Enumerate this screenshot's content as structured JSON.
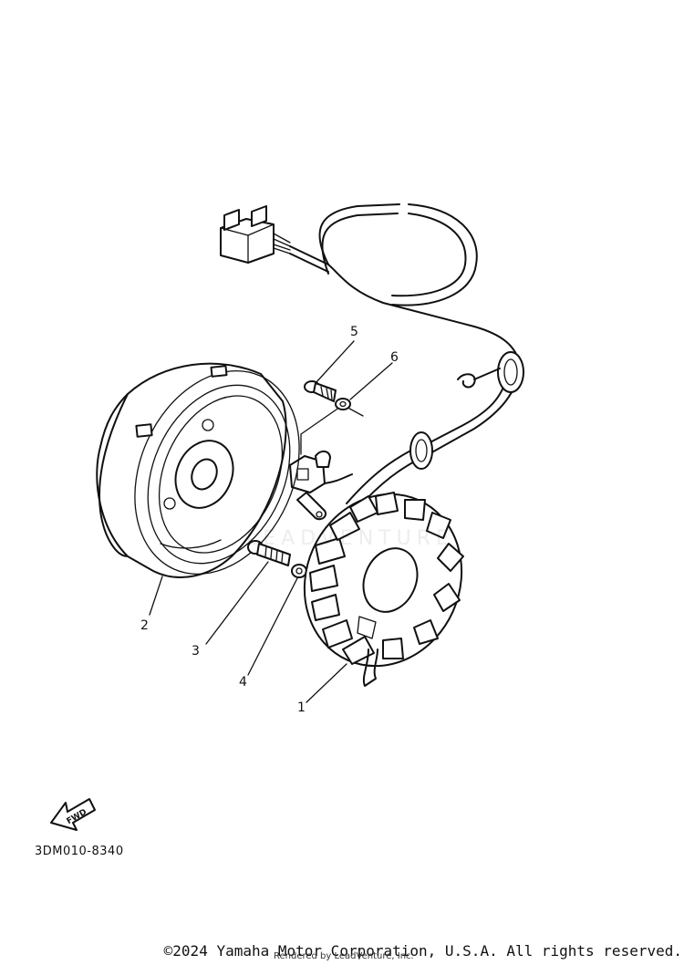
{
  "callouts": {
    "part1": "1",
    "part2": "2",
    "part3": "3",
    "part4": "4",
    "part5": "5",
    "part6": "6"
  },
  "fwd_label": "FWD",
  "diagram_code": "3DM010-8340",
  "watermark": "LEADVENTURE",
  "copyright": "©2024 Yamaha Motor Corporation, U.S.A. All rights reserved.",
  "rendered_by": "Rendered by LeadVenture, Inc."
}
